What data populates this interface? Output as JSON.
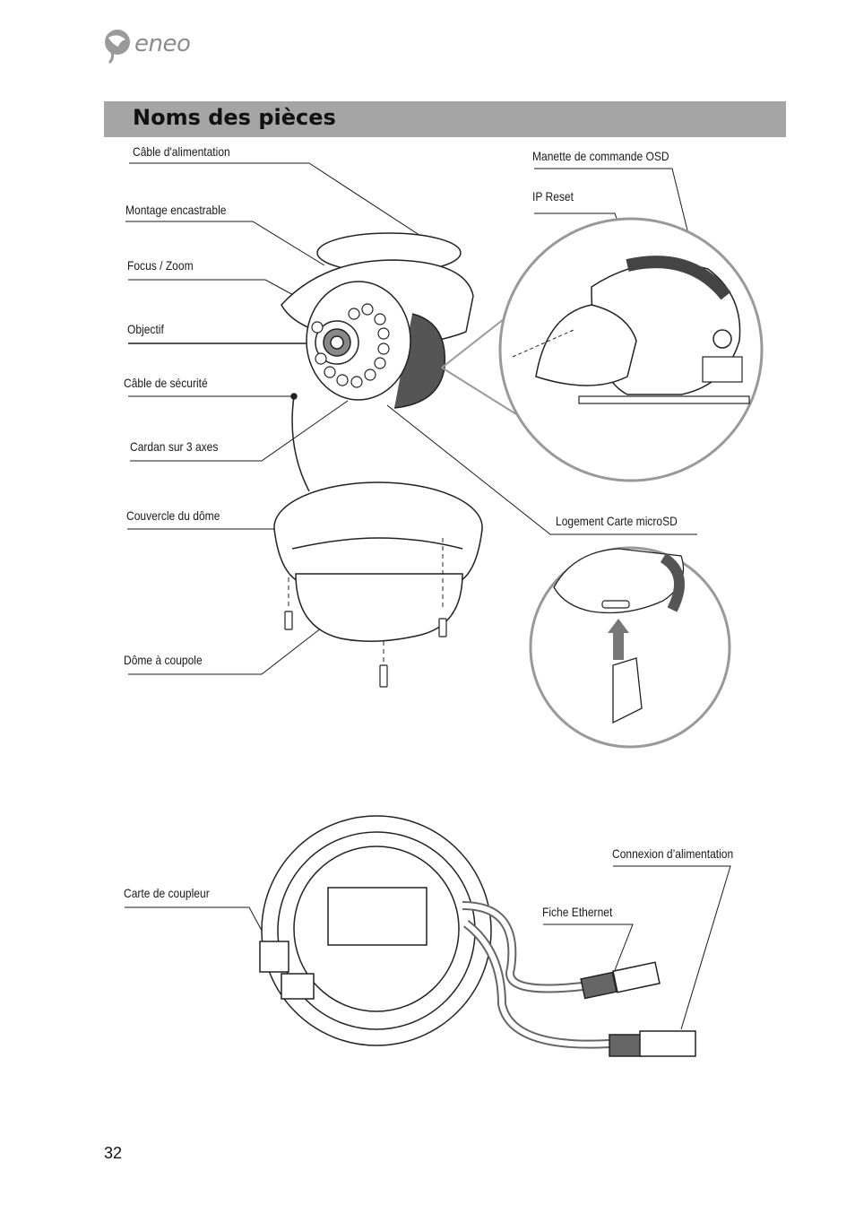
{
  "header": {
    "logo_text": "eneo",
    "logo_icon": "eneo-globe-icon"
  },
  "section": {
    "title": "Noms des pièces"
  },
  "labels": {
    "power_cable": "Câble d'alimentation",
    "flush_mount": "Montage encastrable",
    "focus_zoom": "Focus / Zoom",
    "lens": "Objectif",
    "safety_cable": "Câble de sécurité",
    "gimbal": "Cardan sur 3 axes",
    "dome_cover": "Couvercle du dôme",
    "dome_bubble": "Dôme à coupole",
    "osd_joystick": "Manette de commande OSD",
    "ip_reset": "IP Reset",
    "microsd_slot": "Logement Carte microSD",
    "coupler_board": "Carte de coupleur",
    "power_connection": "Connexion d’alimentation",
    "ethernet_plug": "Fiche Ethernet"
  },
  "footer": {
    "page_number": "32"
  }
}
